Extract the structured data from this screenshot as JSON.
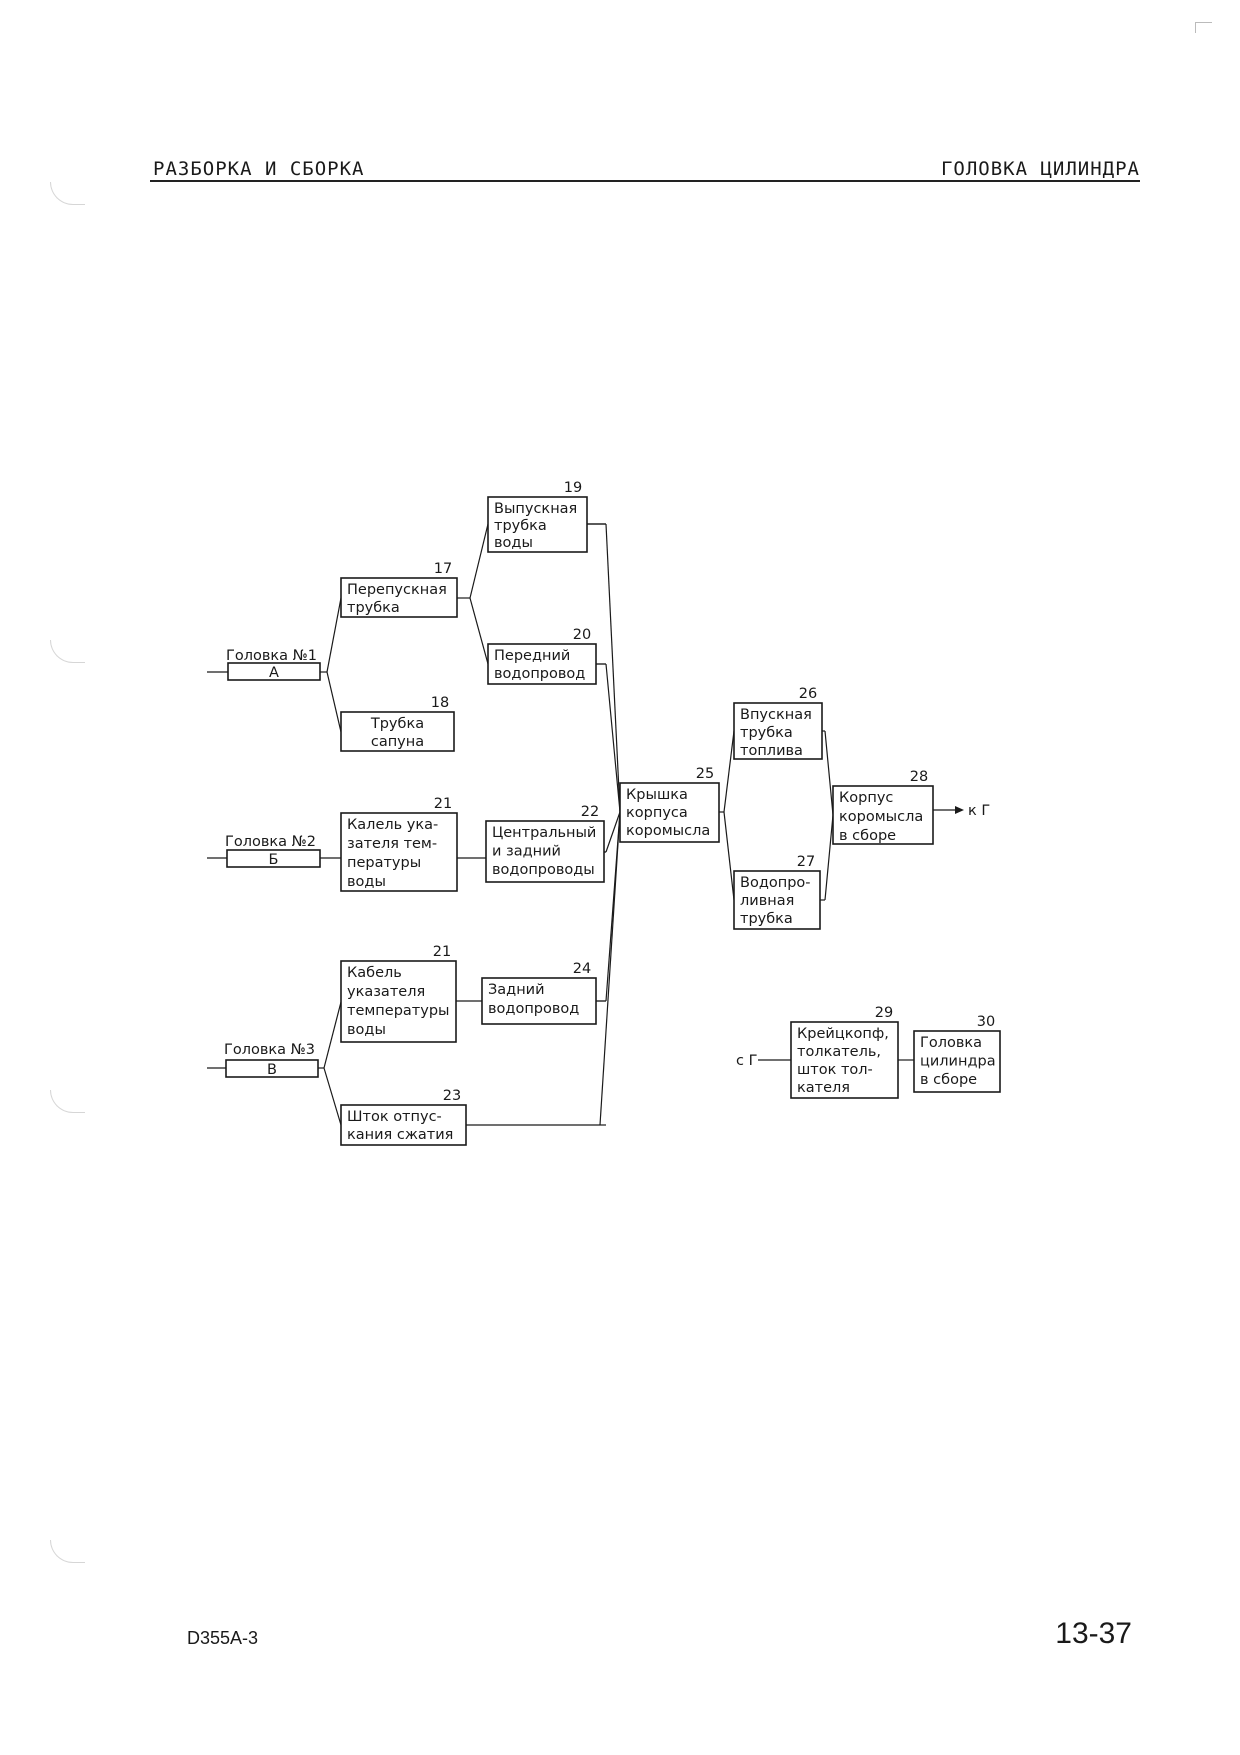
{
  "header": {
    "left": "РАЗБОРКА И СБОРКА",
    "right": "ГОЛОВКА ЦИЛИНДРА"
  },
  "footer": {
    "model": "D355A-3",
    "page": "13-37"
  },
  "heads": [
    {
      "label": "Головка №1",
      "letter": "А"
    },
    {
      "label": "Головка №2",
      "letter": "Б"
    },
    {
      "label": "Головка №3",
      "letter": "В"
    }
  ],
  "nodes": {
    "n17": {
      "num": "17",
      "lines": [
        "Перепускная",
        "трубка"
      ]
    },
    "n18": {
      "num": "18",
      "lines": [
        "Трубка",
        "сапуна"
      ]
    },
    "n19": {
      "num": "19",
      "lines": [
        "Выпускная",
        "трубка",
        "воды"
      ]
    },
    "n20": {
      "num": "20",
      "lines": [
        "Передний",
        "водопровод"
      ]
    },
    "n21a": {
      "num": "21",
      "lines": [
        "Калель ука-",
        "зателя тем-",
        "пературы",
        "воды"
      ]
    },
    "n22": {
      "num": "22",
      "lines": [
        "Центральный",
        "и задний",
        "водопроводы"
      ]
    },
    "n21b": {
      "num": "21",
      "lines": [
        "Кабель",
        "указателя",
        "температуры",
        "воды"
      ]
    },
    "n24": {
      "num": "24",
      "lines": [
        "Задний",
        "водопровод"
      ]
    },
    "n23": {
      "num": "23",
      "lines": [
        "Шток отпус-",
        "кания сжатия"
      ]
    },
    "n25": {
      "num": "25",
      "lines": [
        "Крышка",
        "корпуса",
        "коромысла"
      ]
    },
    "n26": {
      "num": "26",
      "lines": [
        "Впускная",
        "трубка",
        "топлива"
      ]
    },
    "n27": {
      "num": "27",
      "lines": [
        "Водопро-",
        "ливная",
        "трубка"
      ]
    },
    "n28": {
      "num": "28",
      "lines": [
        "Корпус",
        "коромысла",
        "в сборе"
      ]
    },
    "n29": {
      "num": "29",
      "lines": [
        "Крейцкопф,",
        "толкатель,",
        "шток тол-",
        "кателя"
      ]
    },
    "n30": {
      "num": "30",
      "lines": [
        "Головка",
        "цилиндра",
        "в сборе"
      ]
    }
  },
  "to_g": "к Г",
  "from_g": "с Г"
}
